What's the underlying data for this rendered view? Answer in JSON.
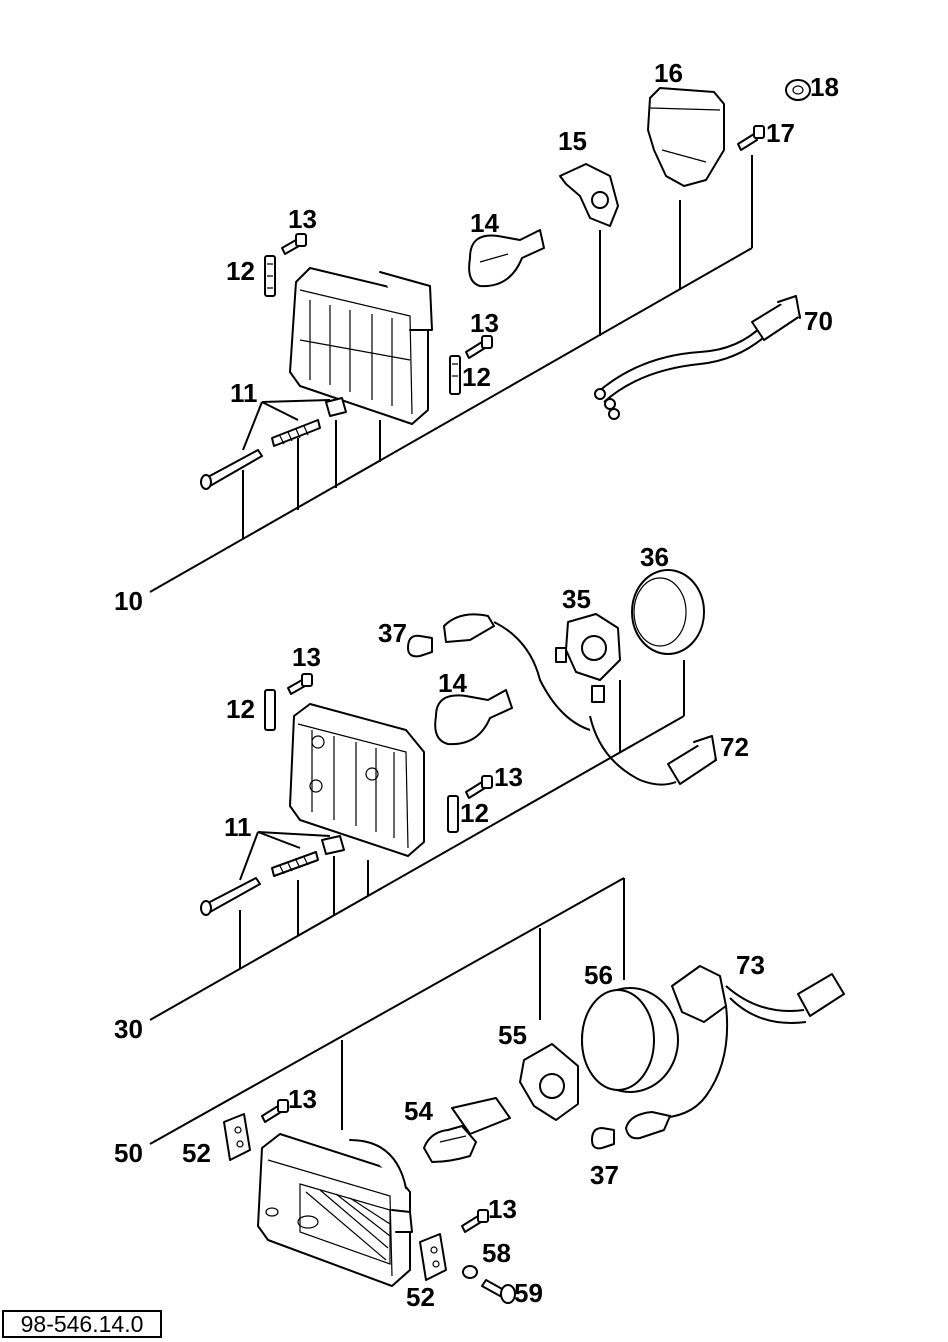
{
  "callouts": {
    "c10": "10",
    "c11a": "11",
    "c12a": "12",
    "c13a": "13",
    "c14a": "14",
    "c15": "15",
    "c16": "16",
    "c17": "17",
    "c18": "18",
    "c13b": "13",
    "c12b": "12",
    "c70": "70",
    "c30": "30",
    "c11b": "11",
    "c12c": "12",
    "c13c": "13",
    "c14b": "14",
    "c37a": "37",
    "c35": "35",
    "c36": "36",
    "c72": "72",
    "c13d": "13",
    "c12d": "12",
    "c50": "50",
    "c52a": "52",
    "c13e": "13",
    "c54": "54",
    "c55": "55",
    "c56": "56",
    "c73": "73",
    "c37b": "37",
    "c13f": "13",
    "c58": "58",
    "c59": "59",
    "c52b": "52"
  },
  "drawing_number": "98-546.14.0"
}
